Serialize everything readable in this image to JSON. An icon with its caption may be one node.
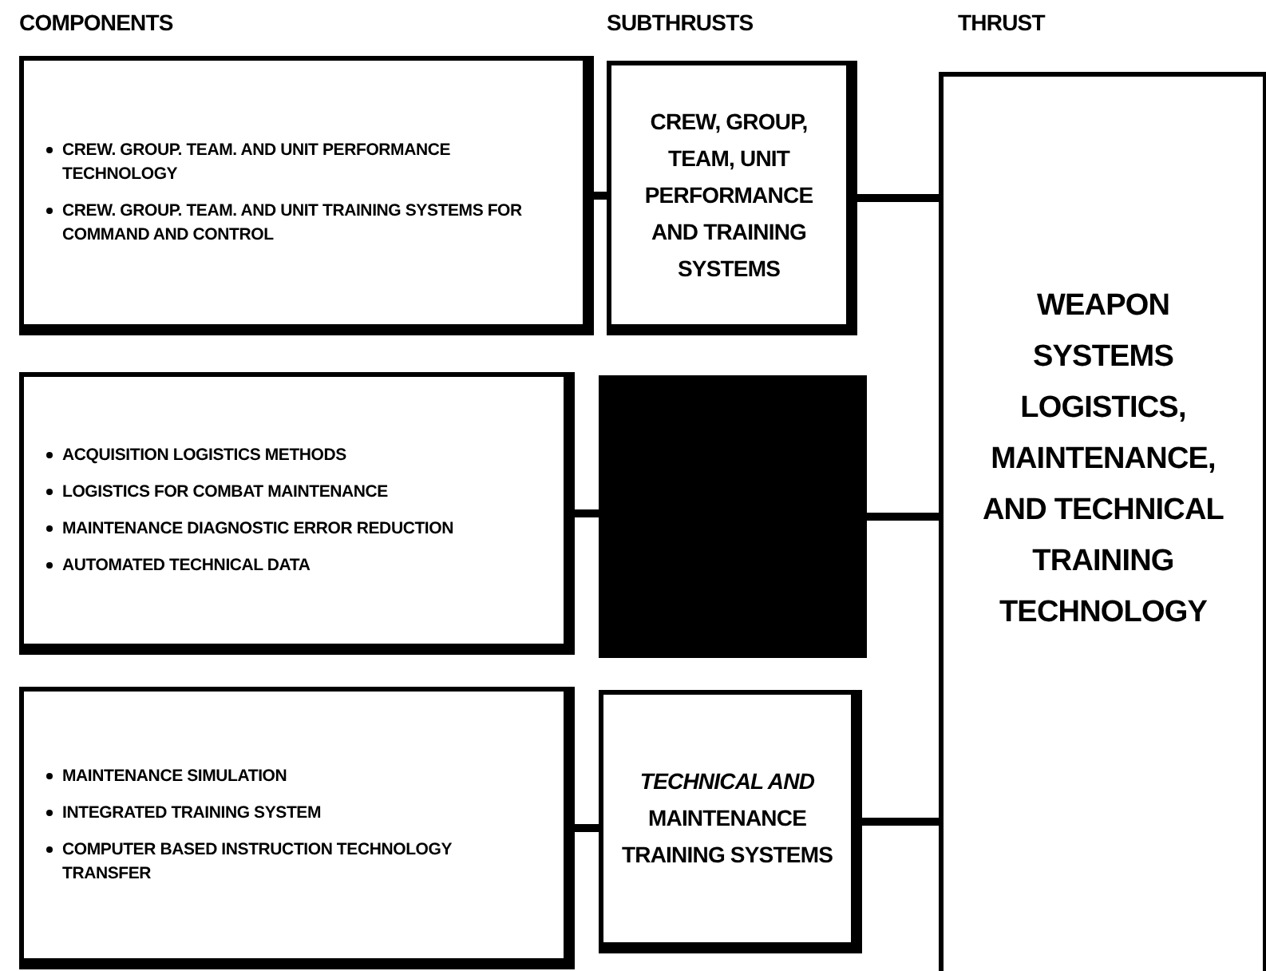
{
  "diagram": {
    "nodes": [
      {
        "text": [
          "CREW. GROUP. TEAM. AND UNIT PERFORMANCE TECHNOLOGY",
          "CREW. GROUP. TEAM. AND UNIT TRAINING SYSTEMS FOR COMMAND AND CONTROL"
        ]
      },
      {
        "text": [
          "CREW, GROUP, TEAM, UNIT PERFORMANCE AND TRAINING SYSTEMS"
        ]
      },
      {
        "text": [
          "WEAPON SYSTEMS LOGISTICS, MAINTENANCE, AND TECHNICAL TRAINING TECHNOLOGY"
        ]
      },
      {
        "text": [
          "ACQUISITION LOGISTICS METHODS",
          "LOGISTICS FOR COMBAT MAINTENANCE",
          "MAINTENANCE DIAGNOSTIC ERROR REDUCTION",
          "AUTOMATED TECHNICAL DATA"
        ]
      },
      {
        "text": [],
        "shape": "box"
      },
      {
        "text": [
          "MAINTENANCE SIMULATION",
          "INTEGRATED TRAINING SYSTEM",
          "COMPUTER BASED INSTRUCTION TECHNOLOGY TRANSFER"
        ]
      },
      {
        "text": [
          "*TECHNICAL AND* MAINTENANCE TRAINING SYSTEMS"
        ]
      }
    ],
    "edges": [
      {
        "from": 0,
        "to": 1,
        "arrow": "none"
      },
      {
        "from": 1,
        "to": 2,
        "arrow": "none"
      },
      {
        "from": 3,
        "to": 4,
        "arrow": "none"
      },
      {
        "from": 4,
        "to": 2,
        "arrow": "none"
      },
      {
        "from": 5,
        "to": 6,
        "arrow": "none"
      },
      {
        "from": 6,
        "to": 2,
        "arrow": "none"
      }
    ],
    "labels": [
      "COMPONENTS",
      "SUBTHRUSTS",
      "THRUST"
    ]
  }
}
